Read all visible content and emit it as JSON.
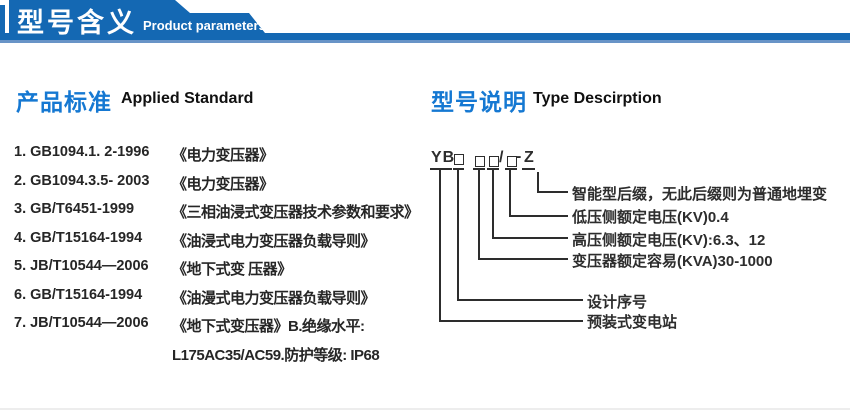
{
  "header": {
    "title_cn": "型号含义",
    "title_en": "Product parameters"
  },
  "applied_standard": {
    "heading_cn": "产品标准",
    "heading_en": "Applied Standard",
    "items": [
      {
        "code": "1. GB1094.1. 2-1996",
        "title": "《电力变压器》"
      },
      {
        "code": "2. GB1094.3.5- 2003",
        "title": "《电力变压器》"
      },
      {
        "code": "3. GB/T6451-1999",
        "title": "《三相油浸式变压器技术参数和要求》"
      },
      {
        "code": "4. GB/T15164-1994",
        "title": "《油浸式电力变压器负载导则》"
      },
      {
        "code": "5. JB/T10544—2006",
        "title": "《地下式变 压器》"
      },
      {
        "code": "6. GB/T15164-1994",
        "title": "《油漫式电力变压器负载导则》"
      },
      {
        "code": "7. JB/T10544—2006",
        "title": "《地下式变压器》B.绝缘水平:"
      }
    ],
    "continuation": "L175AC35/AC59.防护等级: IP68"
  },
  "type_description": {
    "heading_cn": "型号说明",
    "heading_en": "Type Descirption",
    "model_code": {
      "prefix": "YB",
      "slash": "/",
      "dash": "-",
      "suffix": "Z"
    },
    "labels": [
      "智能型后缀，无此后缀则为普通地埋变",
      "低压侧额定电压(KV)0.4",
      "高压侧额定电压(KV):6.3、12",
      "变压器额定容易(KVA)30-1000",
      "设计序号",
      "预装式变电站"
    ]
  },
  "colors": {
    "banner_blue": "#1468b3",
    "banner_light_blue": "#6894c7",
    "heading_blue": "#1578d2",
    "text_dark": "#2d2d2d"
  }
}
